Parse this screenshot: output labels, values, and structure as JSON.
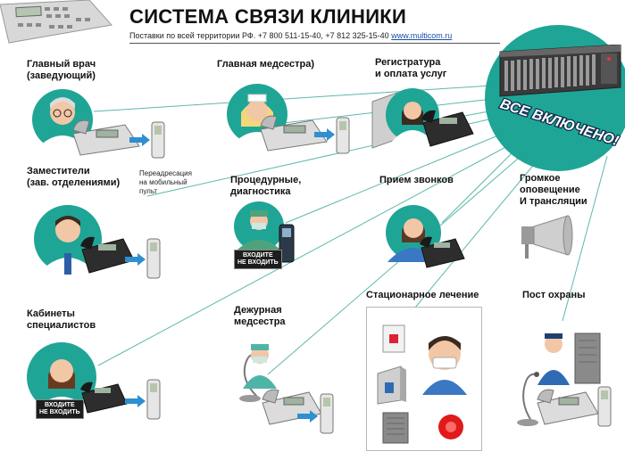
{
  "header": {
    "title": "СИСТЕМА СВЯЗИ КЛИНИКИ",
    "subtitle": "Поставки по всей территории  РФ. +7 800 511-15-40, +7 812 325-15-40",
    "url": "www.multicom.ru"
  },
  "hub": {
    "label": "ВСЕ ВКЛЮЧЕНО!"
  },
  "nodes": {
    "chief_doctor": "Главный врач\n(заведующий)",
    "head_nurse": "Главная медсестра)",
    "registry": "Регистратура\nи оплата услуг",
    "deputies": "Заместители\n(зав. отделениями)",
    "procedures": "Процедурные,\nдиагностика",
    "call_reception": "Прием звонков",
    "paging": "Громкое\nоповещение\nИ трансляции",
    "specialists": "Кабинеты\nспециалистов",
    "duty_nurse": "Дежурная\nмедсестра",
    "inpatient": "Стационарное лечение",
    "security": "Пост охраны"
  },
  "notes": {
    "redirect": "Переадресация\nна мобильный\nпульт"
  },
  "signs": {
    "no_entry": "ВХОДИТЕ\nНЕ ВХОДИТЬ"
  },
  "colors": {
    "hub": "#1fa596",
    "line": "#5cb8ad",
    "arrow": "#2f8fd0",
    "url": "#1a4fa0"
  },
  "icons": [
    "pbx-device-icon",
    "person-icon",
    "desk-phone-icon",
    "mobile-handset-icon",
    "arrow-right-icon",
    "loudspeaker-icon",
    "call-panel-icon",
    "fire-alarm-icon",
    "gooseneck-microphone-icon"
  ]
}
